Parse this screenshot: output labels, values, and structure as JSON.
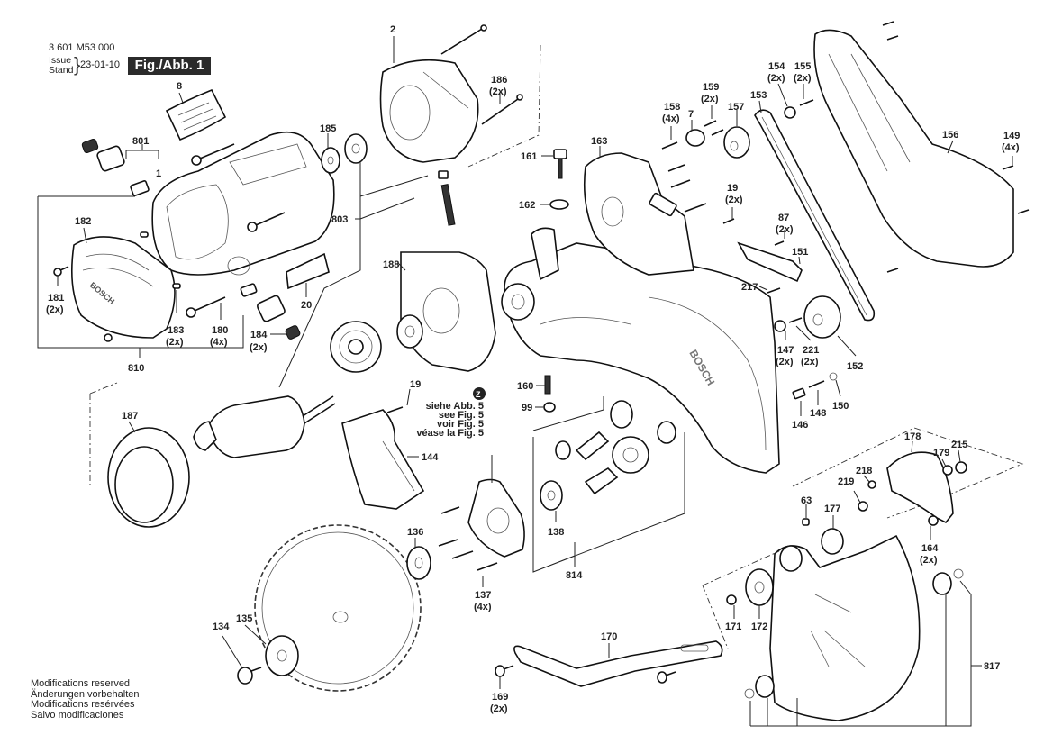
{
  "header": {
    "doc_number": "3 601 M53 000",
    "issue_label_line1": "Issue",
    "issue_label_line2": "Stand",
    "issue_date": "23-01-10",
    "figure_label": "Fig./Abb. 1"
  },
  "notice": [
    "Modifications reserved",
    "Änderungen vorbehalten",
    "Modifications resérvées",
    "Salvo modificaciones"
  ],
  "reference_note": {
    "marker": "Z",
    "lines": [
      "siehe Abb. 5",
      "see Fig. 5",
      "voir Fig. 5",
      "véase la Fig. 5"
    ]
  },
  "brand_mark": "BOSCH",
  "parts": [
    {
      "id": "8",
      "qty": ""
    },
    {
      "id": "801",
      "qty": ""
    },
    {
      "id": "1",
      "qty": ""
    },
    {
      "id": "182",
      "qty": ""
    },
    {
      "id": "181",
      "qty": "(2x)"
    },
    {
      "id": "183",
      "qty": "(2x)"
    },
    {
      "id": "180",
      "qty": "(4x)"
    },
    {
      "id": "184",
      "qty": "(2x)"
    },
    {
      "id": "20",
      "qty": ""
    },
    {
      "id": "810",
      "qty": ""
    },
    {
      "id": "2",
      "qty": ""
    },
    {
      "id": "186",
      "qty": "(2x)"
    },
    {
      "id": "185",
      "qty": ""
    },
    {
      "id": "803",
      "qty": ""
    },
    {
      "id": "188",
      "qty": ""
    },
    {
      "id": "187",
      "qty": ""
    },
    {
      "id": "19",
      "qty": ""
    },
    {
      "id": "144",
      "qty": ""
    },
    {
      "id": "161",
      "qty": ""
    },
    {
      "id": "162",
      "qty": ""
    },
    {
      "id": "163",
      "qty": ""
    },
    {
      "id": "158",
      "qty": "(4x)"
    },
    {
      "id": "7",
      "qty": ""
    },
    {
      "id": "159",
      "qty": "(2x)"
    },
    {
      "id": "157",
      "qty": ""
    },
    {
      "id": "153",
      "qty": ""
    },
    {
      "id": "154",
      "qty": "(2x)"
    },
    {
      "id": "155",
      "qty": "(2x)"
    },
    {
      "id": "156",
      "qty": ""
    },
    {
      "id": "149",
      "qty": "(4x)"
    },
    {
      "id": "19b",
      "label": "19",
      "qty": "(2x)"
    },
    {
      "id": "87",
      "qty": "(2x)"
    },
    {
      "id": "151",
      "qty": ""
    },
    {
      "id": "217",
      "qty": ""
    },
    {
      "id": "147",
      "qty": "(2x)"
    },
    {
      "id": "221",
      "qty": "(2x)"
    },
    {
      "id": "152",
      "qty": ""
    },
    {
      "id": "146",
      "qty": ""
    },
    {
      "id": "148",
      "qty": ""
    },
    {
      "id": "150",
      "qty": ""
    },
    {
      "id": "160",
      "qty": ""
    },
    {
      "id": "99",
      "qty": ""
    },
    {
      "id": "138",
      "qty": ""
    },
    {
      "id": "814",
      "qty": ""
    },
    {
      "id": "136",
      "qty": ""
    },
    {
      "id": "137",
      "qty": "(4x)"
    },
    {
      "id": "135",
      "qty": ""
    },
    {
      "id": "134",
      "qty": ""
    },
    {
      "id": "170",
      "qty": ""
    },
    {
      "id": "169",
      "qty": "(2x)"
    },
    {
      "id": "171",
      "qty": ""
    },
    {
      "id": "172",
      "qty": ""
    },
    {
      "id": "178",
      "qty": ""
    },
    {
      "id": "179",
      "qty": ""
    },
    {
      "id": "215",
      "qty": ""
    },
    {
      "id": "218",
      "qty": ""
    },
    {
      "id": "219",
      "qty": ""
    },
    {
      "id": "63",
      "qty": ""
    },
    {
      "id": "177",
      "qty": ""
    },
    {
      "id": "164",
      "qty": "(2x)"
    },
    {
      "id": "817",
      "qty": ""
    }
  ],
  "labels": {
    "p8": "8",
    "p801": "801",
    "p1": "1",
    "p182": "182",
    "p181": "181",
    "p181q": "(2x)",
    "p183": "183",
    "p183q": "(2x)",
    "p180": "180",
    "p180q": "(4x)",
    "p184": "184",
    "p184q": "(2x)",
    "p20": "20",
    "p810": "810",
    "p2": "2",
    "p186": "186",
    "p186q": "(2x)",
    "p185": "185",
    "p803": "803",
    "p188": "188",
    "p187": "187",
    "p19": "19",
    "p144": "144",
    "p161": "161",
    "p162": "162",
    "p163": "163",
    "p158": "158",
    "p158q": "(4x)",
    "p7": "7",
    "p159": "159",
    "p159q": "(2x)",
    "p157": "157",
    "p153": "153",
    "p154": "154",
    "p154q": "(2x)",
    "p155": "155",
    "p155q": "(2x)",
    "p156": "156",
    "p149": "149",
    "p149q": "(4x)",
    "p19b": "19",
    "p19bq": "(2x)",
    "p87": "87",
    "p87q": "(2x)",
    "p151": "151",
    "p217": "217",
    "p147": "147",
    "p147q": "(2x)",
    "p221": "221",
    "p221q": "(2x)",
    "p152": "152",
    "p146": "146",
    "p148": "148",
    "p150": "150",
    "p160": "160",
    "p99": "99",
    "p138": "138",
    "p814": "814",
    "p136": "136",
    "p137": "137",
    "p137q": "(4x)",
    "p135": "135",
    "p134": "134",
    "p170": "170",
    "p169": "169",
    "p169q": "(2x)",
    "p171": "171",
    "p172": "172",
    "p178": "178",
    "p179": "179",
    "p215": "215",
    "p218": "218",
    "p219": "219",
    "p63": "63",
    "p177": "177",
    "p164": "164",
    "p164q": "(2x)",
    "p817": "817"
  }
}
